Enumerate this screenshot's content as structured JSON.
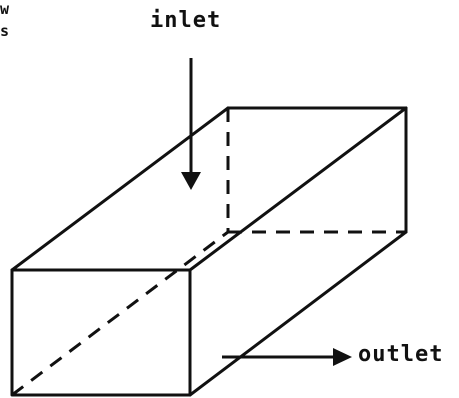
{
  "labels": {
    "inlet": "inlet",
    "outlet": "outlet",
    "corner_w": "w",
    "corner_s": "s"
  },
  "colors": {
    "ink": "#111111",
    "background": "#ffffff"
  }
}
